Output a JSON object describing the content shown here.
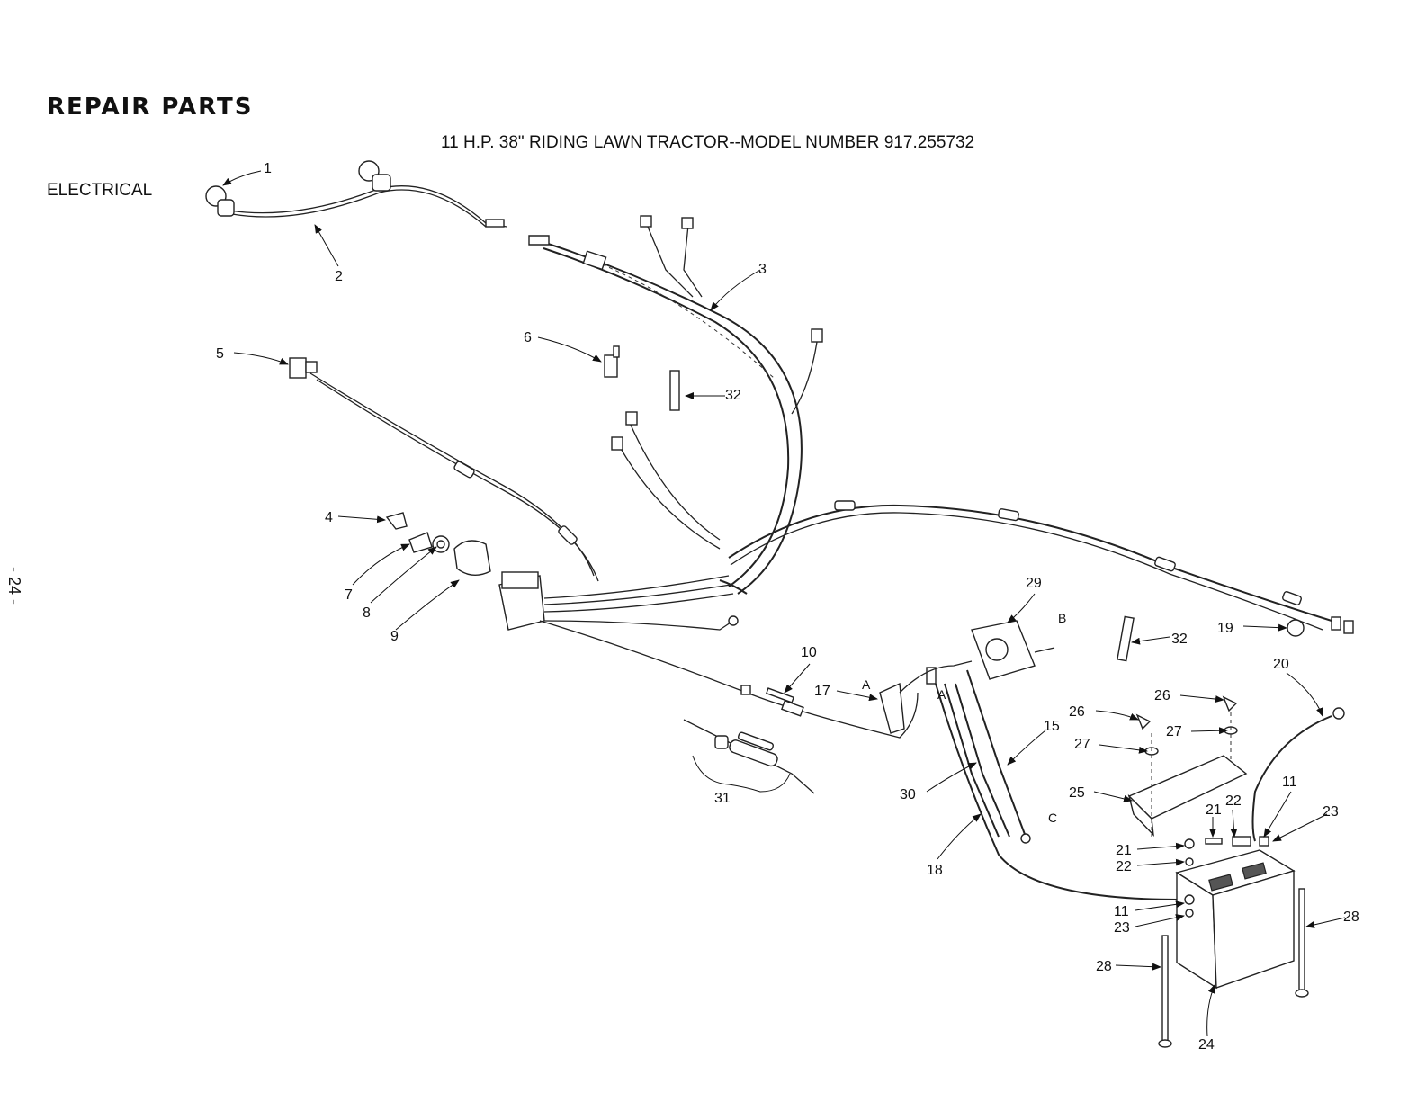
{
  "header": {
    "title": "REPAIR PARTS",
    "subtitle": "11 H.P. 38\" RIDING LAWN TRACTOR--MODEL NUMBER 917.255732",
    "section": "ELECTRICAL"
  },
  "page_number": "- 24 -",
  "callouts": {
    "c1": "1",
    "c2": "2",
    "c3": "3",
    "c4": "4",
    "c5": "5",
    "c6": "6",
    "c7": "7",
    "c8": "8",
    "c9": "9",
    "c10": "10",
    "c11a": "11",
    "c11b": "11",
    "c15": "15",
    "c17": "17",
    "c18": "18",
    "c19": "19",
    "c20": "20",
    "c21a": "21",
    "c21b": "21",
    "c22a": "22",
    "c22b": "22",
    "c23a": "23",
    "c23b": "23",
    "c24": "24",
    "c25": "25",
    "c26a": "26",
    "c26b": "26",
    "c27a": "27",
    "c27b": "27",
    "c28a": "28",
    "c28b": "28",
    "c29": "29",
    "c30": "30",
    "c31": "31",
    "c32a": "32",
    "c32b": "32"
  },
  "connection_refs": {
    "a1": "A",
    "a2": "A",
    "b": "B",
    "c": "C"
  }
}
